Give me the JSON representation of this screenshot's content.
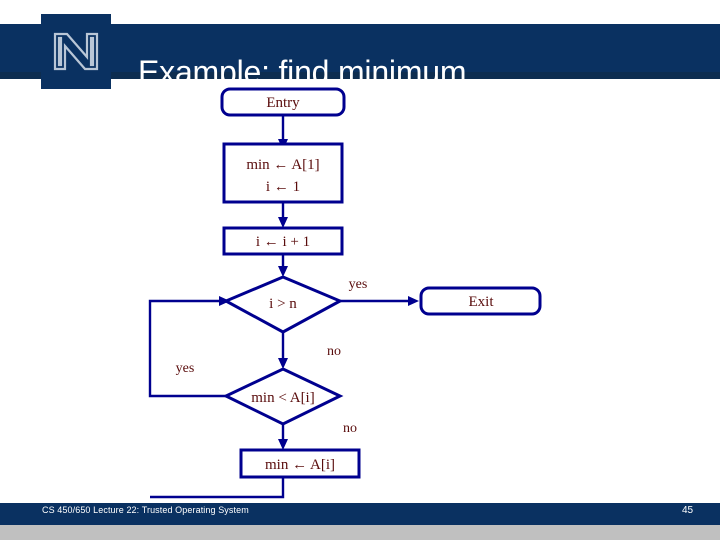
{
  "slide": {
    "title": "Example: find minimum",
    "page_number": "45",
    "footer_text": "CS 450/650 Lecture 22: Trusted Operating System",
    "logo_letter": "N",
    "colors": {
      "band": "#0a3161",
      "band_shadow": "#0d2d50",
      "title_text": "#ffffff",
      "flow_stroke": "#00008f",
      "flow_text": "#5a0d0d",
      "bottom_strip": "#c0c0c0",
      "slide_background": "#ffffff"
    }
  },
  "flowchart": {
    "type": "flowchart",
    "nodes": [
      {
        "id": "entry",
        "shape": "terminator",
        "label": "Entry"
      },
      {
        "id": "init",
        "shape": "process",
        "label_line1": "min ← A[1]",
        "label_line2": "i ← 1"
      },
      {
        "id": "incr",
        "shape": "process",
        "label": "i ← i + 1"
      },
      {
        "id": "test_i",
        "shape": "decision",
        "label": "i > n"
      },
      {
        "id": "exit",
        "shape": "terminator",
        "label": "Exit"
      },
      {
        "id": "test_min",
        "shape": "decision",
        "label": "min < A[i]"
      },
      {
        "id": "assign",
        "shape": "process",
        "label": "min ← A[i]"
      }
    ],
    "edge_labels": {
      "test_i_yes": "yes",
      "test_i_no": "no",
      "test_min_yes": "yes",
      "test_min_no": "no"
    },
    "edges": [
      {
        "from": "entry",
        "to": "init",
        "label": ""
      },
      {
        "from": "init",
        "to": "incr",
        "label": ""
      },
      {
        "from": "incr",
        "to": "test_i",
        "label": ""
      },
      {
        "from": "test_i",
        "to": "exit",
        "label": "yes"
      },
      {
        "from": "test_i",
        "to": "test_min",
        "label": "no"
      },
      {
        "from": "test_min",
        "to": "incr",
        "label": "yes"
      },
      {
        "from": "test_min",
        "to": "assign",
        "label": "no"
      },
      {
        "from": "assign",
        "to": "incr",
        "label": ""
      }
    ]
  }
}
